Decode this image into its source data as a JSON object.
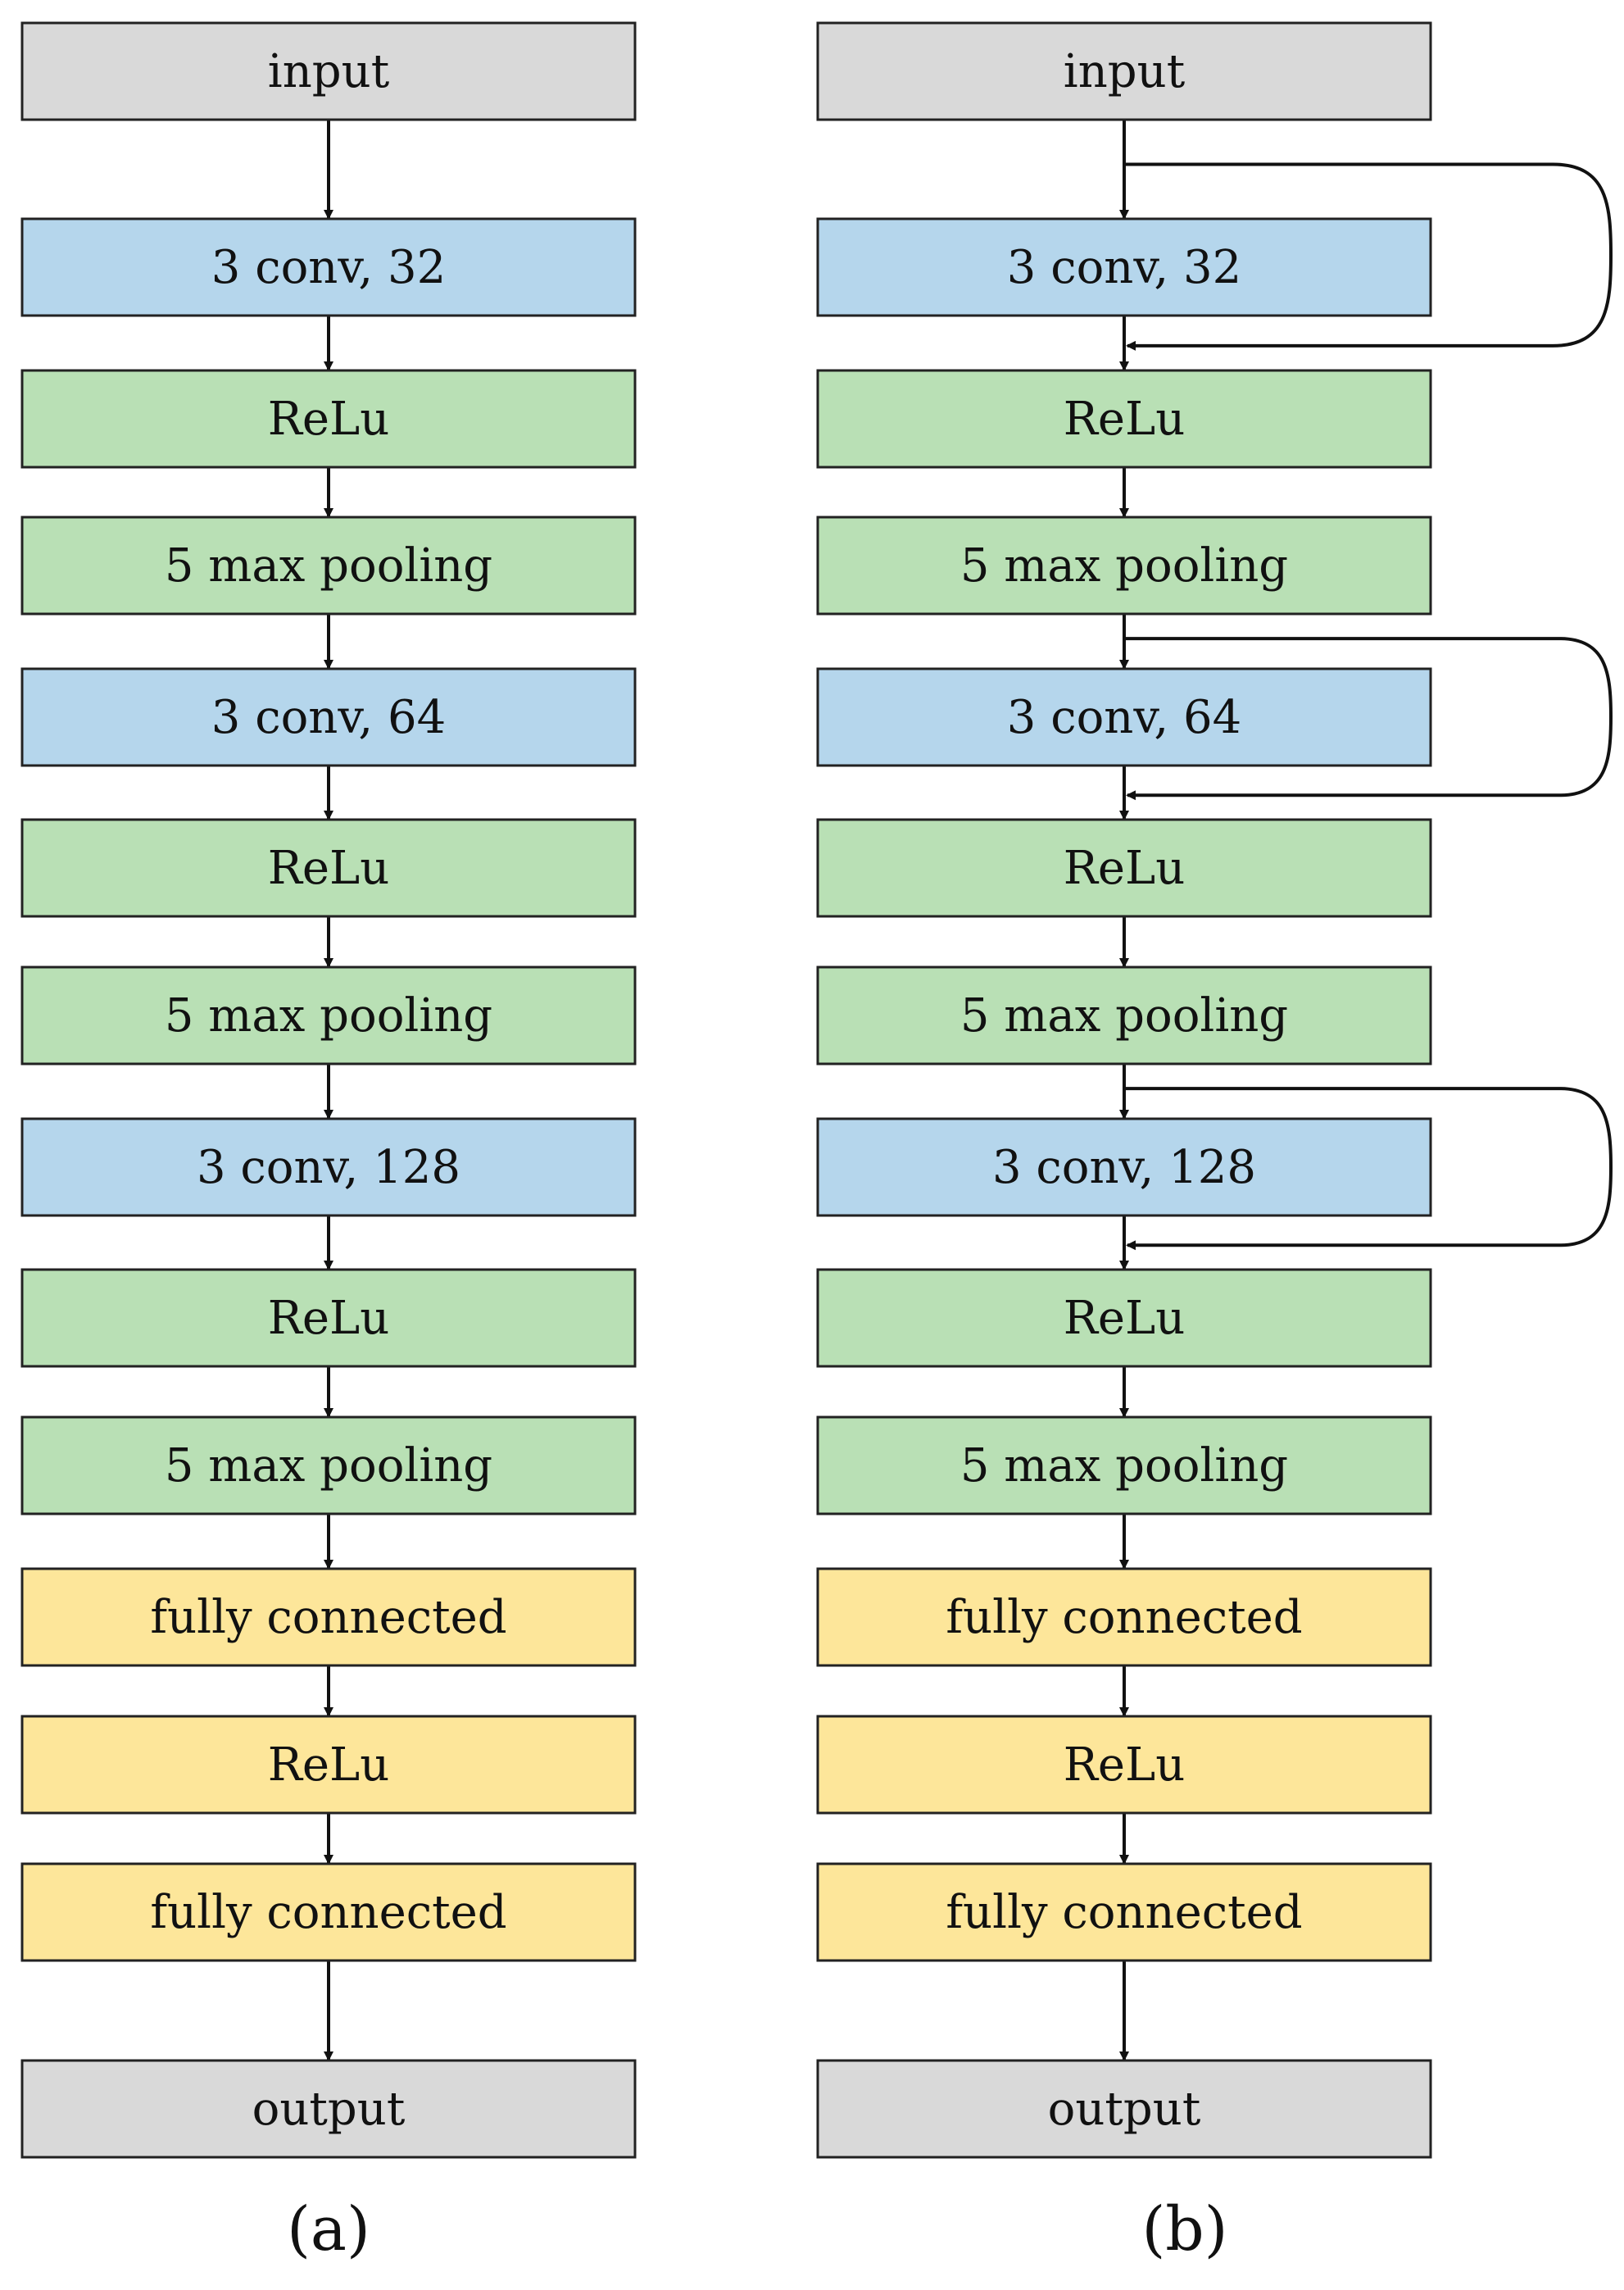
{
  "colors": {
    "io": "#d9d9d9",
    "conv": "#b5d6ec",
    "green": "#b9e0b5",
    "fc": "#fde69a",
    "stroke": "#222222"
  },
  "panels": [
    {
      "caption": "(a)",
      "residual": false,
      "layers": [
        {
          "label": "input",
          "kind": "io"
        },
        {
          "label": "3  conv, 32",
          "kind": "conv"
        },
        {
          "label": "ReLu",
          "kind": "green"
        },
        {
          "label": "5 max pooling",
          "kind": "green"
        },
        {
          "label": "3 conv, 64",
          "kind": "conv"
        },
        {
          "label": "ReLu",
          "kind": "green"
        },
        {
          "label": "5 max pooling",
          "kind": "green"
        },
        {
          "label": "3 conv, 128",
          "kind": "conv"
        },
        {
          "label": "ReLu",
          "kind": "green"
        },
        {
          "label": "5 max pooling",
          "kind": "green"
        },
        {
          "label": "fully connected",
          "kind": "fc"
        },
        {
          "label": "ReLu",
          "kind": "fc"
        },
        {
          "label": "fully connected",
          "kind": "fc"
        },
        {
          "label": "output",
          "kind": "io"
        }
      ]
    },
    {
      "caption": "(b)",
      "residual": true,
      "layers": [
        {
          "label": "input",
          "kind": "io"
        },
        {
          "label": "3  conv, 32",
          "kind": "conv"
        },
        {
          "label": "ReLu",
          "kind": "green"
        },
        {
          "label": "5 max pooling",
          "kind": "green"
        },
        {
          "label": "3 conv, 64",
          "kind": "conv"
        },
        {
          "label": "ReLu",
          "kind": "green"
        },
        {
          "label": "5 max pooling",
          "kind": "green"
        },
        {
          "label": "3 conv, 128",
          "kind": "conv"
        },
        {
          "label": "ReLu",
          "kind": "green"
        },
        {
          "label": "5 max pooling",
          "kind": "green"
        },
        {
          "label": "fully connected",
          "kind": "fc"
        },
        {
          "label": "ReLu",
          "kind": "fc"
        },
        {
          "label": "fully connected",
          "kind": "fc"
        },
        {
          "label": "output",
          "kind": "io"
        }
      ]
    }
  ]
}
